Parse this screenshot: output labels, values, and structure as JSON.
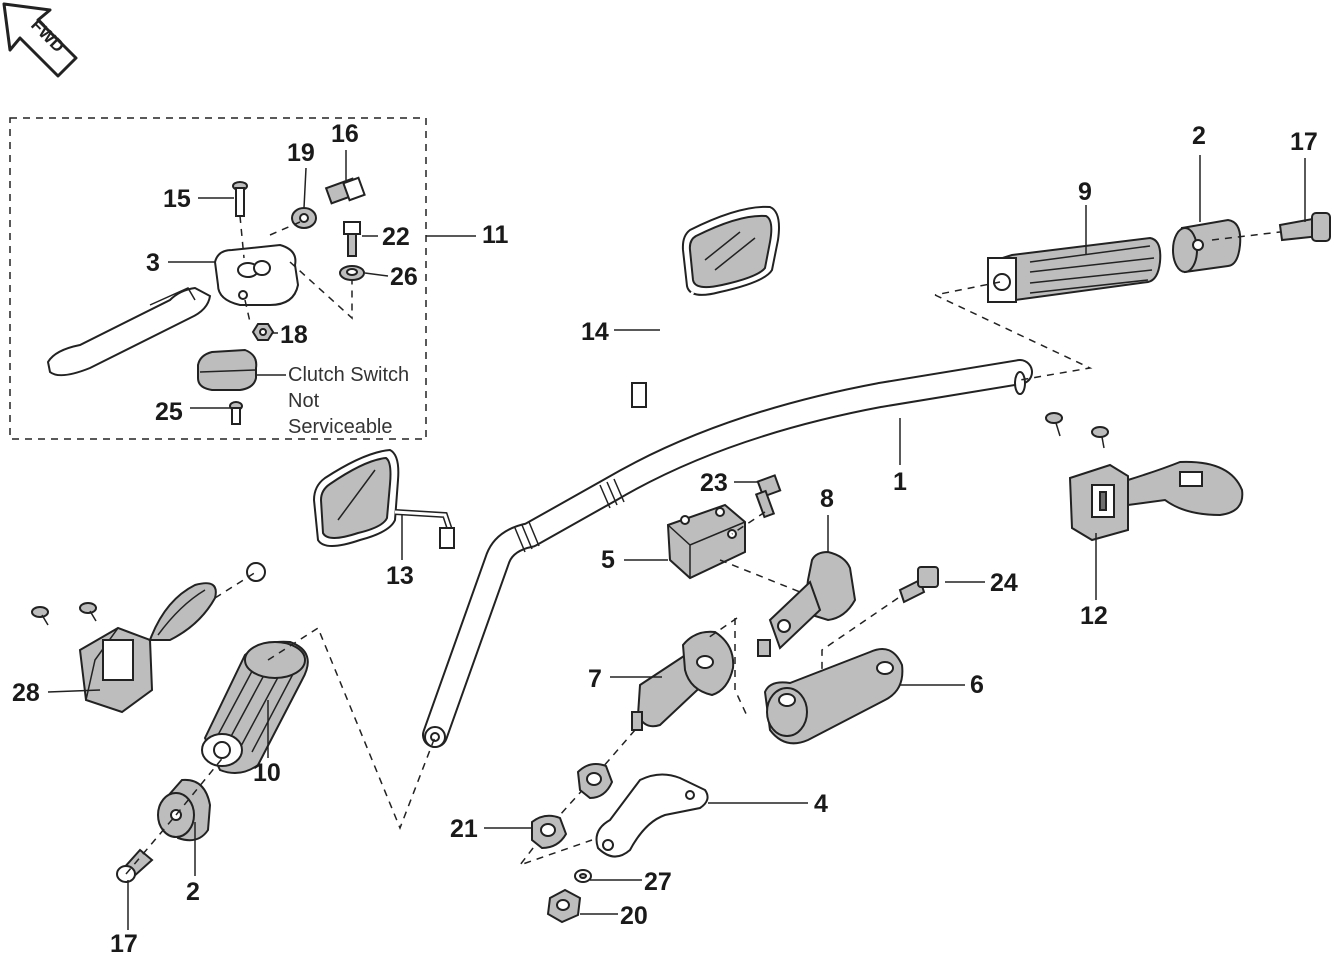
{
  "direction_indicator": {
    "label": "FWD"
  },
  "clutch_note": {
    "lines": [
      "Clutch Switch",
      "Not",
      "Serviceable"
    ]
  },
  "callouts": [
    {
      "id": "c1",
      "label": "1"
    },
    {
      "id": "c2a",
      "label": "2"
    },
    {
      "id": "c2b",
      "label": "2"
    },
    {
      "id": "c3",
      "label": "3"
    },
    {
      "id": "c4",
      "label": "4"
    },
    {
      "id": "c5",
      "label": "5"
    },
    {
      "id": "c6",
      "label": "6"
    },
    {
      "id": "c7",
      "label": "7"
    },
    {
      "id": "c8",
      "label": "8"
    },
    {
      "id": "c9",
      "label": "9"
    },
    {
      "id": "c10",
      "label": "10"
    },
    {
      "id": "c11",
      "label": "11"
    },
    {
      "id": "c12",
      "label": "12"
    },
    {
      "id": "c13",
      "label": "13"
    },
    {
      "id": "c14",
      "label": "14"
    },
    {
      "id": "c15",
      "label": "15"
    },
    {
      "id": "c16",
      "label": "16"
    },
    {
      "id": "c17a",
      "label": "17"
    },
    {
      "id": "c17b",
      "label": "17"
    },
    {
      "id": "c18",
      "label": "18"
    },
    {
      "id": "c19",
      "label": "19"
    },
    {
      "id": "c20",
      "label": "20"
    },
    {
      "id": "c21",
      "label": "21"
    },
    {
      "id": "c22",
      "label": "22"
    },
    {
      "id": "c23",
      "label": "23"
    },
    {
      "id": "c24",
      "label": "24"
    },
    {
      "id": "c25",
      "label": "25"
    },
    {
      "id": "c26",
      "label": "26"
    },
    {
      "id": "c27",
      "label": "27"
    },
    {
      "id": "c28",
      "label": "28"
    }
  ]
}
